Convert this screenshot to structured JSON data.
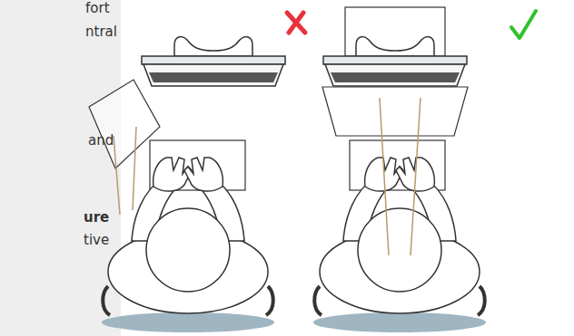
{
  "diagram": {
    "labels": [
      "fort",
      "ntral",
      "and",
      "ure",
      "tive"
    ]
  }
}
